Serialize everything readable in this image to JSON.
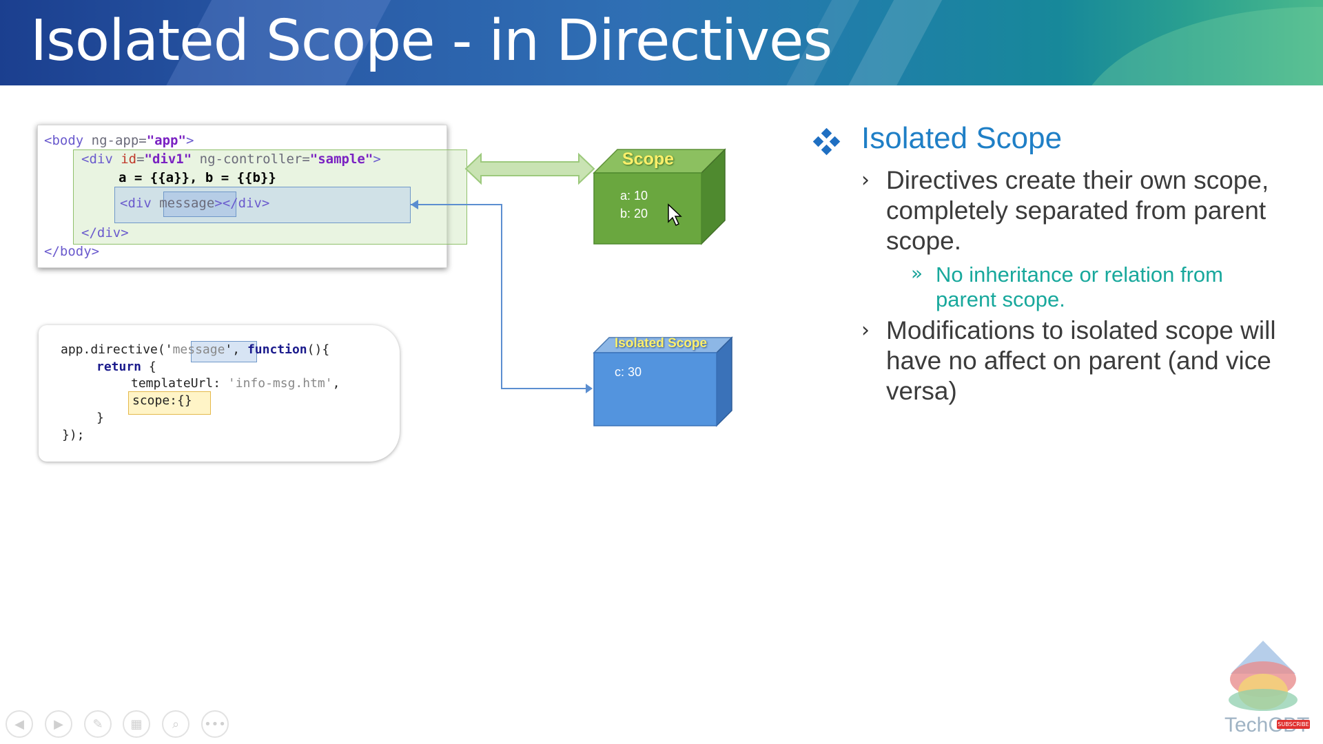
{
  "slide": {
    "title": "Isolated Scope - in Directives"
  },
  "html_code": {
    "line1_open": "<body ",
    "line1_attr": "ng-app",
    "line1_eq": "=",
    "line1_val": "\"app\"",
    "line1_close": ">",
    "line2_open": "<div ",
    "line2_attr": "id",
    "line2_eq": "=",
    "line2_val": "\"div1\"",
    "line2_attr2": " ng-controller",
    "line2_eq2": "=",
    "line2_val2": "\"sample\"",
    "line2_close": ">",
    "line3": "a = {{a}}, b = {{b}}",
    "line4_open": "<div ",
    "line4_msg": "message",
    "line4_close": "></div>",
    "line5": "</div>",
    "line6": "</body>"
  },
  "js_code": {
    "l1_a": "app.directive('",
    "l1_msg": "message",
    "l1_b": "', ",
    "l1_kw": "function",
    "l1_c": "(){",
    "l2_kw": "return",
    "l2_b": " {",
    "l3_a": "templateUrl: ",
    "l3_str": "'info-msg.htm'",
    "l3_b": ",",
    "l4": "scope:{}",
    "l5": "}",
    "l6": "});"
  },
  "scope_cube": {
    "title": "Scope",
    "line1": "a: 10",
    "line2": "b: 20",
    "color": "#6aa73f"
  },
  "isolated_cube": {
    "title": "Isolated Scope",
    "line1": "c: 30",
    "color": "#4f8ed8"
  },
  "right_panel": {
    "heading": "Isolated Scope",
    "bullet1": "Directives create their own scope, completely separated from parent scope.",
    "sub1": "No inheritance or relation from parent scope.",
    "bullet2": "Modifications to isolated scope will have no affect on parent (and vice versa)"
  },
  "nav": {
    "icons": [
      "prev-icon",
      "next-icon",
      "pen-icon",
      "slides-icon",
      "zoom-icon",
      "more-icon"
    ]
  },
  "logo": {
    "text": "TechCBT",
    "badge": "SUBSCRIBE"
  }
}
